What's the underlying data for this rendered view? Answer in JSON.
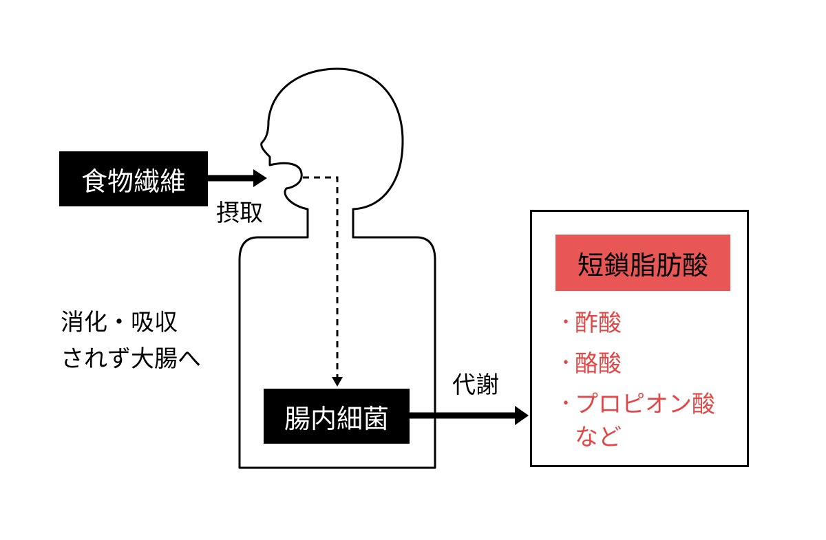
{
  "input": {
    "label": "食物繊維"
  },
  "intake": {
    "label": "摂取"
  },
  "bypass": {
    "line1": "消化・吸収",
    "line2": "されず大腸へ"
  },
  "bacteria": {
    "label": "腸内細菌"
  },
  "metabolism": {
    "label": "代謝"
  },
  "result": {
    "title": "短鎖脂肪酸",
    "bullet": "・",
    "items": [
      "酢酸",
      "酪酸",
      "プロピオン酸"
    ],
    "note": "など"
  },
  "colors": {
    "header_fill": "#e85656",
    "list_text": "#e04848",
    "box_fill": "#000000"
  }
}
